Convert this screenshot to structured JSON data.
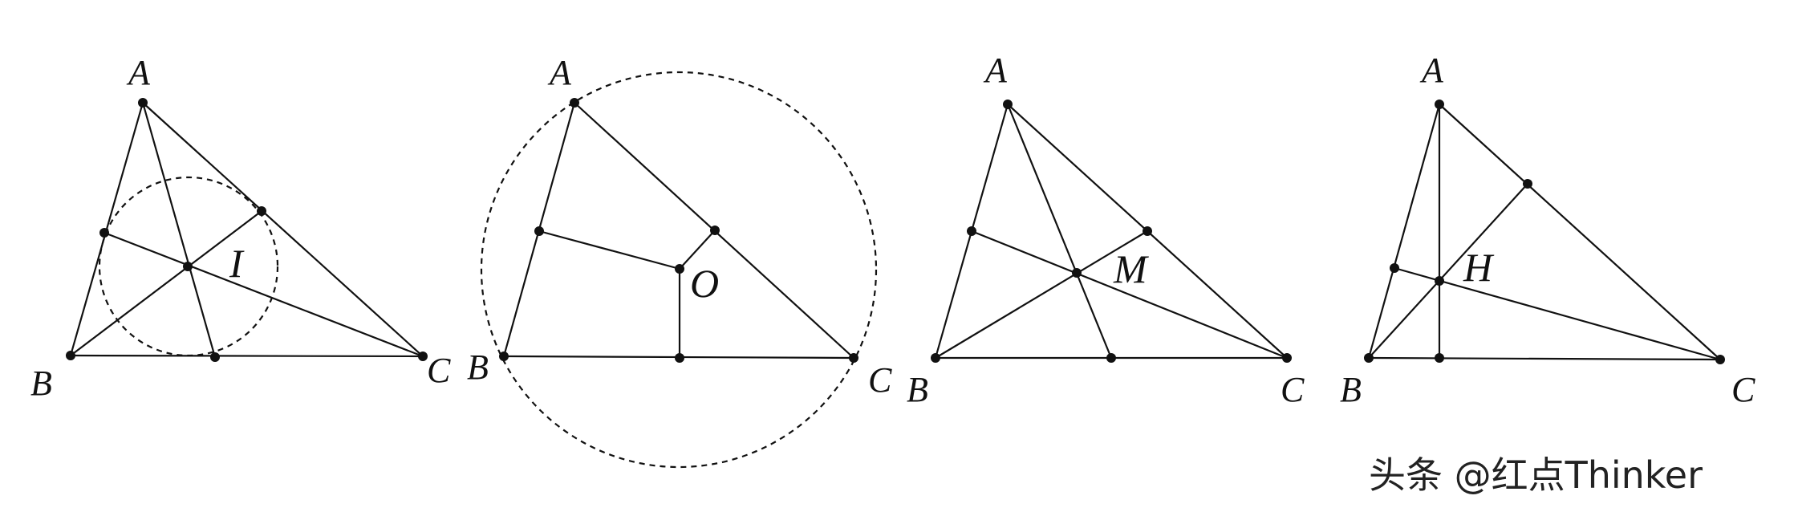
{
  "figures": [
    {
      "id": "incenter",
      "vertex_labels": [
        "A",
        "B",
        "C"
      ],
      "center_label": "I",
      "has_circle": true
    },
    {
      "id": "circumcenter",
      "vertex_labels": [
        "A",
        "B",
        "C"
      ],
      "center_label": "O",
      "has_circle": true
    },
    {
      "id": "centroid",
      "vertex_labels": [
        "A",
        "B",
        "C"
      ],
      "center_label": "M",
      "has_circle": false
    },
    {
      "id": "orthocenter",
      "vertex_labels": [
        "A",
        "B",
        "C"
      ],
      "center_label": "H",
      "has_circle": false
    }
  ],
  "watermark": "头条 @红点Thinker",
  "colors": {
    "ink": "#111111",
    "background": "#ffffff"
  }
}
